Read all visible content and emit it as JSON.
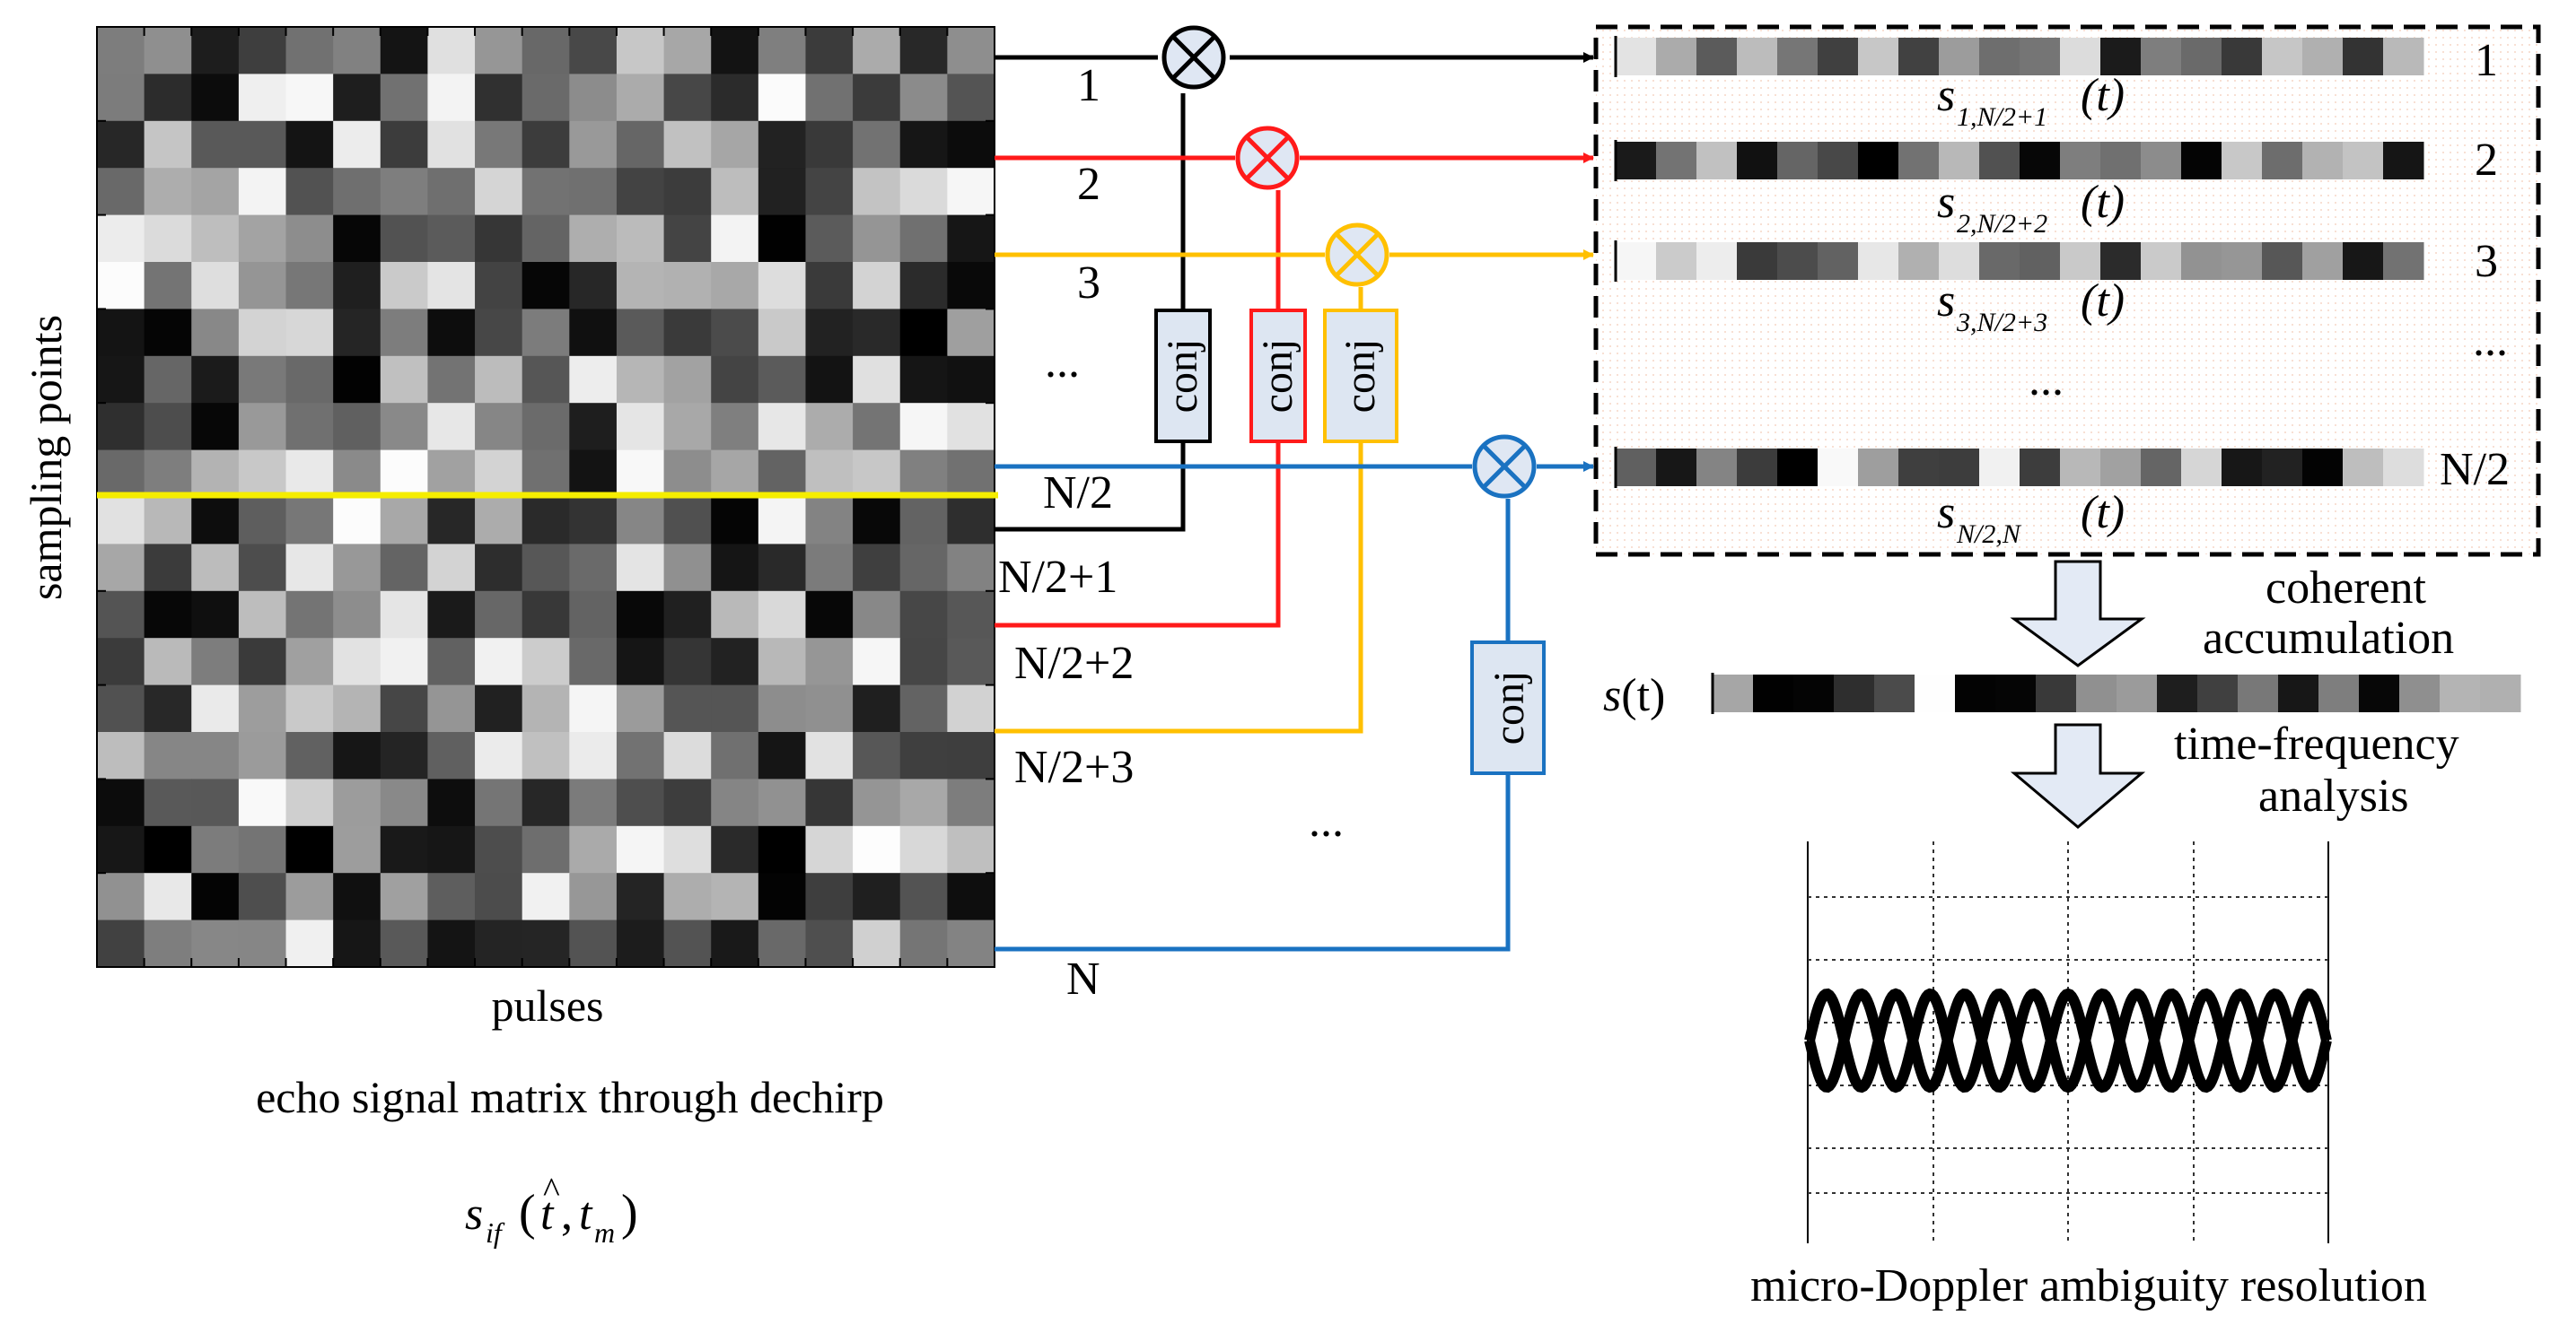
{
  "matrix": {
    "rows": 20,
    "cols": 19,
    "seed": 7,
    "ylabel": "sampling points",
    "xlabel": "pulses",
    "caption": "echo signal matrix through dechirp",
    "formula_base": "s",
    "formula_sub": "if",
    "formula_args_open": "(",
    "formula_hat_t": "t",
    "formula_hat": "^",
    "formula_comma": ",",
    "formula_t": "t",
    "formula_t_sub": "m",
    "formula_close": ")",
    "divider_color": "#f5ed00"
  },
  "channels": [
    {
      "label": "1",
      "out_label": "1",
      "color": "#000000",
      "conj_fill": "#dde6f2",
      "pair": "N/2+1",
      "sig_sub": "1,N/2+1"
    },
    {
      "label": "2",
      "out_label": "2",
      "color": "#ff1a1a",
      "conj_fill": "#dde6f2",
      "pair": "N/2+2",
      "sig_sub": "2,N/2+2"
    },
    {
      "label": "3",
      "out_label": "3",
      "color": "#ffc000",
      "conj_fill": "#dde6f2",
      "pair": "N/2+3",
      "sig_sub": "3,N/2+3"
    },
    {
      "label": "N/2",
      "out_label": "N/2",
      "color": "#1a72c1",
      "conj_fill": "#dde6f2",
      "pair": "N",
      "sig_sub": "N/2,N"
    }
  ],
  "ellipsis": "...",
  "conj_label": "conj",
  "multiplier_fill": "#dfe7f3",
  "signal_t": "(t)",
  "output_box_fill": "#fdf1ea",
  "sum_signal": {
    "label": "s",
    "arg": "(t)"
  },
  "steps": {
    "coherent_1": "coherent",
    "coherent_2": "accumulation",
    "tf_1": "time-frequency",
    "tf_2": "analysis"
  },
  "arrow_fill": "#e3eaf5",
  "tf_caption": "micro-Doppler ambiguity resolution"
}
